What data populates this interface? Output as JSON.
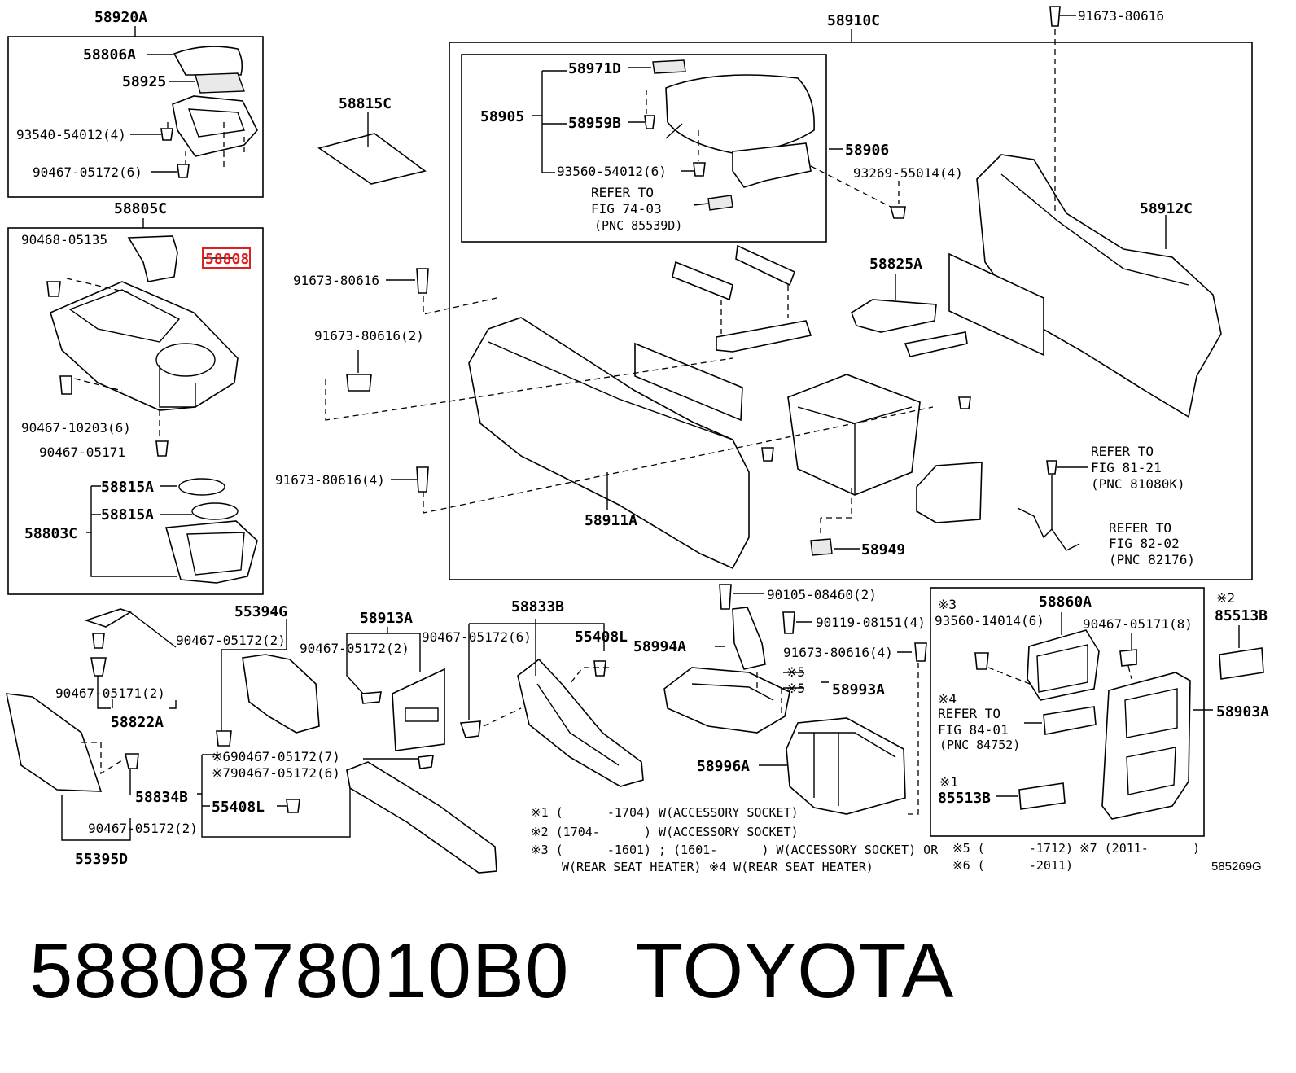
{
  "labels": {
    "l58920A": "58920A",
    "l58806A": "58806A",
    "l58925": "58925",
    "l9354054012_4": "93540-54012(4)",
    "l9046705172_6a": "90467-05172(6)",
    "l58805C": "58805C",
    "l9046805135": "90468-05135",
    "l58808": "58808",
    "l9046710203_6": "90467-10203(6)",
    "l9046705171a": "90467-05171",
    "l58815Aa": "58815A",
    "l58815Ab": "58815A",
    "l58803C": "58803C",
    "l58815C": "58815C",
    "l9167380616a": "91673-80616",
    "l9167380616_2": "91673-80616(2)",
    "l9167380616_4a": "91673-80616(4)",
    "l58910C": "58910C",
    "l9167380616b": "91673-80616",
    "l58971D": "58971D",
    "l58905": "58905",
    "l58959B": "58959B",
    "l9356054012_6": "93560-54012(6)",
    "l58906": "58906",
    "l9326955014_4": "93269-55014(4)",
    "refer7403a": "REFER TO",
    "refer7403b": "FIG 74-03",
    "refer7403c": "(PNC 85539D)",
    "l58912C": "58912C",
    "l58825A": "58825A",
    "l58911A": "58911A",
    "l58949": "58949",
    "refer8121a": "REFER TO",
    "refer8121b": "FIG 81-21",
    "refer8121c": "(PNC 81080K)",
    "refer8202a": "REFER TO",
    "refer8202b": "FIG 82-02",
    "refer8202c": "(PNC 82176)",
    "l9046705171_2": "90467-05171(2)",
    "l58822A": "58822A",
    "l55395D": "55395D",
    "l58834B": "58834B",
    "l9046705172_2c": "90467-05172(2)",
    "l55394G": "55394G",
    "l9046705172_2a": "90467-05172(2)",
    "l58913A": "58913A",
    "l9046705172_2b": "90467-05172(2)",
    "l9046705172_7": "※690467-05172(7)",
    "l9046705172_6c": "※790467-05172(6)",
    "l55408La": "55408L",
    "l58833B": "58833B",
    "l9046705172_6b": "90467-05172(6)",
    "l55408Lb": "55408L",
    "l9010508460_2": "90105-08460(2)",
    "l9011908151_4": "90119-08151(4)",
    "l58994A": "58994A",
    "l9167380616_4b": "91673-80616(4)",
    "x5a": "※5",
    "x5b": "※5",
    "l58993A": "58993A",
    "l58996A": "58996A",
    "x3": "※3",
    "l58860A": "58860A",
    "l9356014014_6": "93560-14014(6)",
    "l9046705171_8": "90467-05171(8)",
    "x4": "※4",
    "refer8401a": "REFER TO",
    "refer8401b": "FIG 84-01",
    "refer8401c": "(PNC 84752)",
    "x1": "※1",
    "l85513Ba": "85513B",
    "x2": "※2",
    "l85513Bb": "85513B",
    "l58903A": "58903A"
  },
  "notes": {
    "n1": "※1 (      -1704) W(ACCESSORY SOCKET)",
    "n2": "※2 (1704-      ) W(ACCESSORY SOCKET)",
    "n3": "※3 (      -1601) ; (1601-      ) W(ACCESSORY SOCKET) OR",
    "n4": "W(REAR SEAT HEATER) ※4 W(REAR SEAT HEATER)",
    "n5": "※5 (      -1712)",
    "n6": "※6 (      -2011)",
    "n7": "※7 (2011-      )"
  },
  "figure_code": "585269G",
  "caption": "5880878010B0   TOYOTA",
  "highlight_color": "#e02020"
}
